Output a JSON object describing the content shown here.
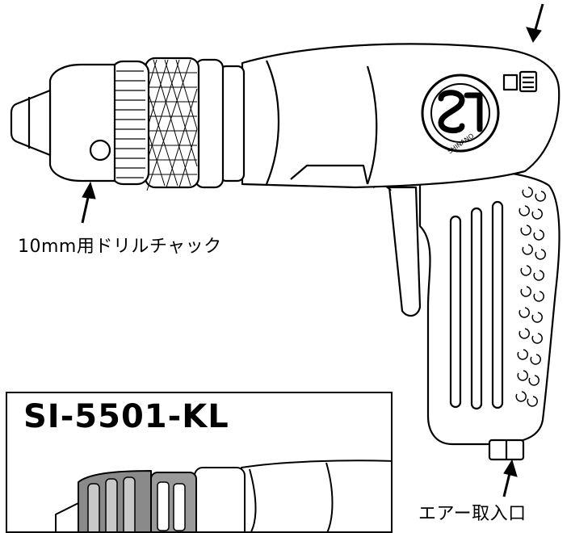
{
  "product": {
    "brand_logo_text": "SHINANO",
    "logo_mark": "SI"
  },
  "callouts": {
    "chuck_label": "10mm用ドリルチャック",
    "air_inlet_label": "エアー取入口"
  },
  "inset": {
    "model_name": "SI-5501-KL"
  },
  "icons": [
    "arrow-pointer-icon",
    "shinano-logo-icon"
  ]
}
